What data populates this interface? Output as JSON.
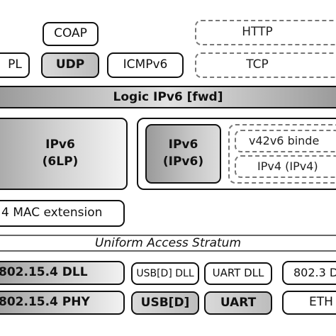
{
  "layers": {
    "app_row": {
      "coap": "COAP",
      "http": "HTTP"
    },
    "transport_row": {
      "rpl": "PL",
      "udp": "UDP",
      "icmpv6": "ICMPv6",
      "tcp": "TCP"
    },
    "logic_band": {
      "label": "Logic IPv6 [fwd]"
    },
    "network_row": {
      "ipv6_6lp": {
        "line1": "IPv6",
        "line2": "(6LP)"
      },
      "ipv6_ipv6": {
        "line1": "IPv6",
        "line2": "(IPv6)"
      },
      "v42v6": "v42v6 binde",
      "ipv4": "IPv4 (IPv4)"
    },
    "mac_ext": "4 MAC extension",
    "uas_band": {
      "label": "Uniform Access Stratum"
    },
    "dll_row": {
      "dll_802154": "802.15.4 DLL",
      "usb_dll": "USB[D] DLL",
      "uart_dll": "UART DLL",
      "dll_8023": "802.3 D"
    },
    "phy_row": {
      "phy_802154": "802.15.4 PHY",
      "usb": "USB[D]",
      "uart": "UART",
      "eth": "ETH"
    }
  }
}
